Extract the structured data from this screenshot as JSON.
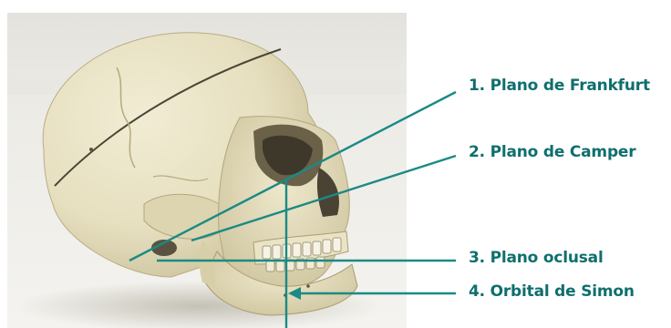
{
  "labels": {
    "frankfort": "1. Plano de Frankfurt",
    "camper": "2. Plano de Camper",
    "oclusal": "3. Plano oclusal",
    "orbital": "4. Orbital de Simon"
  },
  "colors": {
    "line": "#1a8a85",
    "text": "#0f6f6d",
    "bone": "#e9e2c4",
    "wall": "#dedcd6",
    "table": "#efede8"
  }
}
